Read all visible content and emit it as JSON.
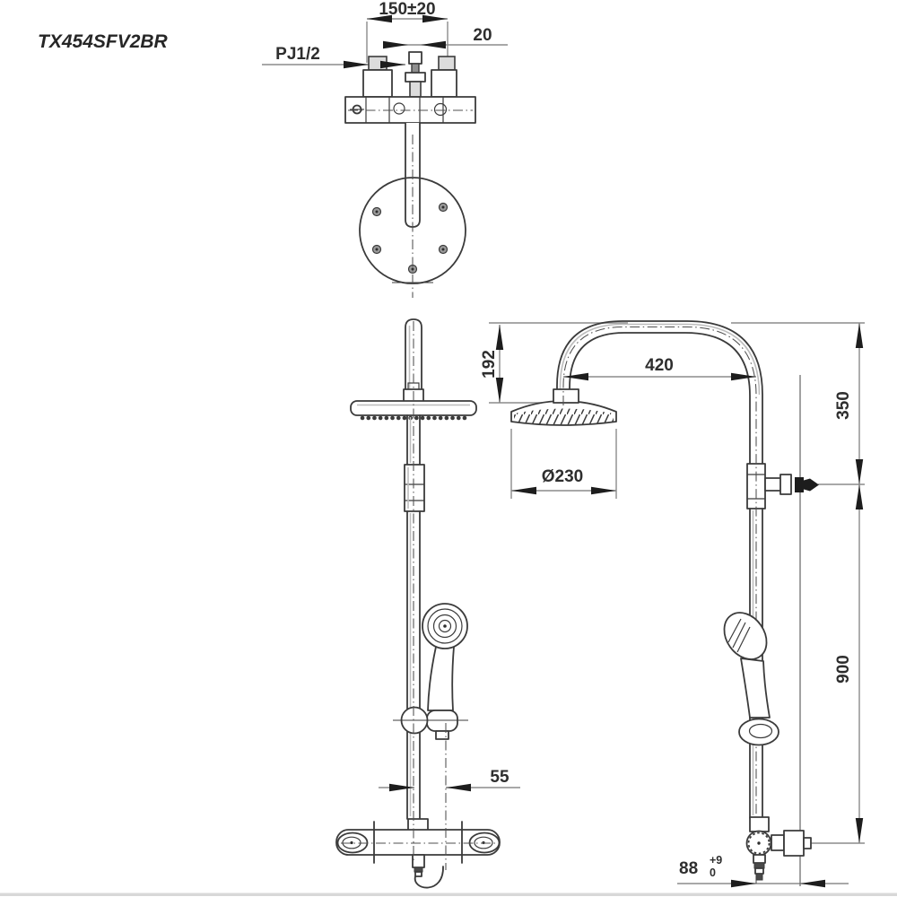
{
  "drawing": {
    "title": "TX454SFV2BR",
    "top_view": {
      "dim_inlet_span": "150±20",
      "dim_center_offset": "20",
      "thread_label": "PJ1/2"
    },
    "front_view": {
      "dim_hand_shower_offset": "55"
    },
    "side_view": {
      "dim_arc_rise": "192",
      "dim_arm_reach": "420",
      "dim_head_diameter": "Ø230",
      "dim_upper_drop": "350",
      "dim_rail_height": "900",
      "dim_wall_offset": "88",
      "dim_wall_offset_tol_upper": "+9",
      "dim_wall_offset_tol_lower": "0"
    },
    "colors": {
      "outline": "#3b3b3b",
      "dimension_line": "#8c8c8c",
      "arrowhead": "#1d1d1d",
      "text": "#2e2e2e",
      "background": "#ffffff"
    }
  }
}
